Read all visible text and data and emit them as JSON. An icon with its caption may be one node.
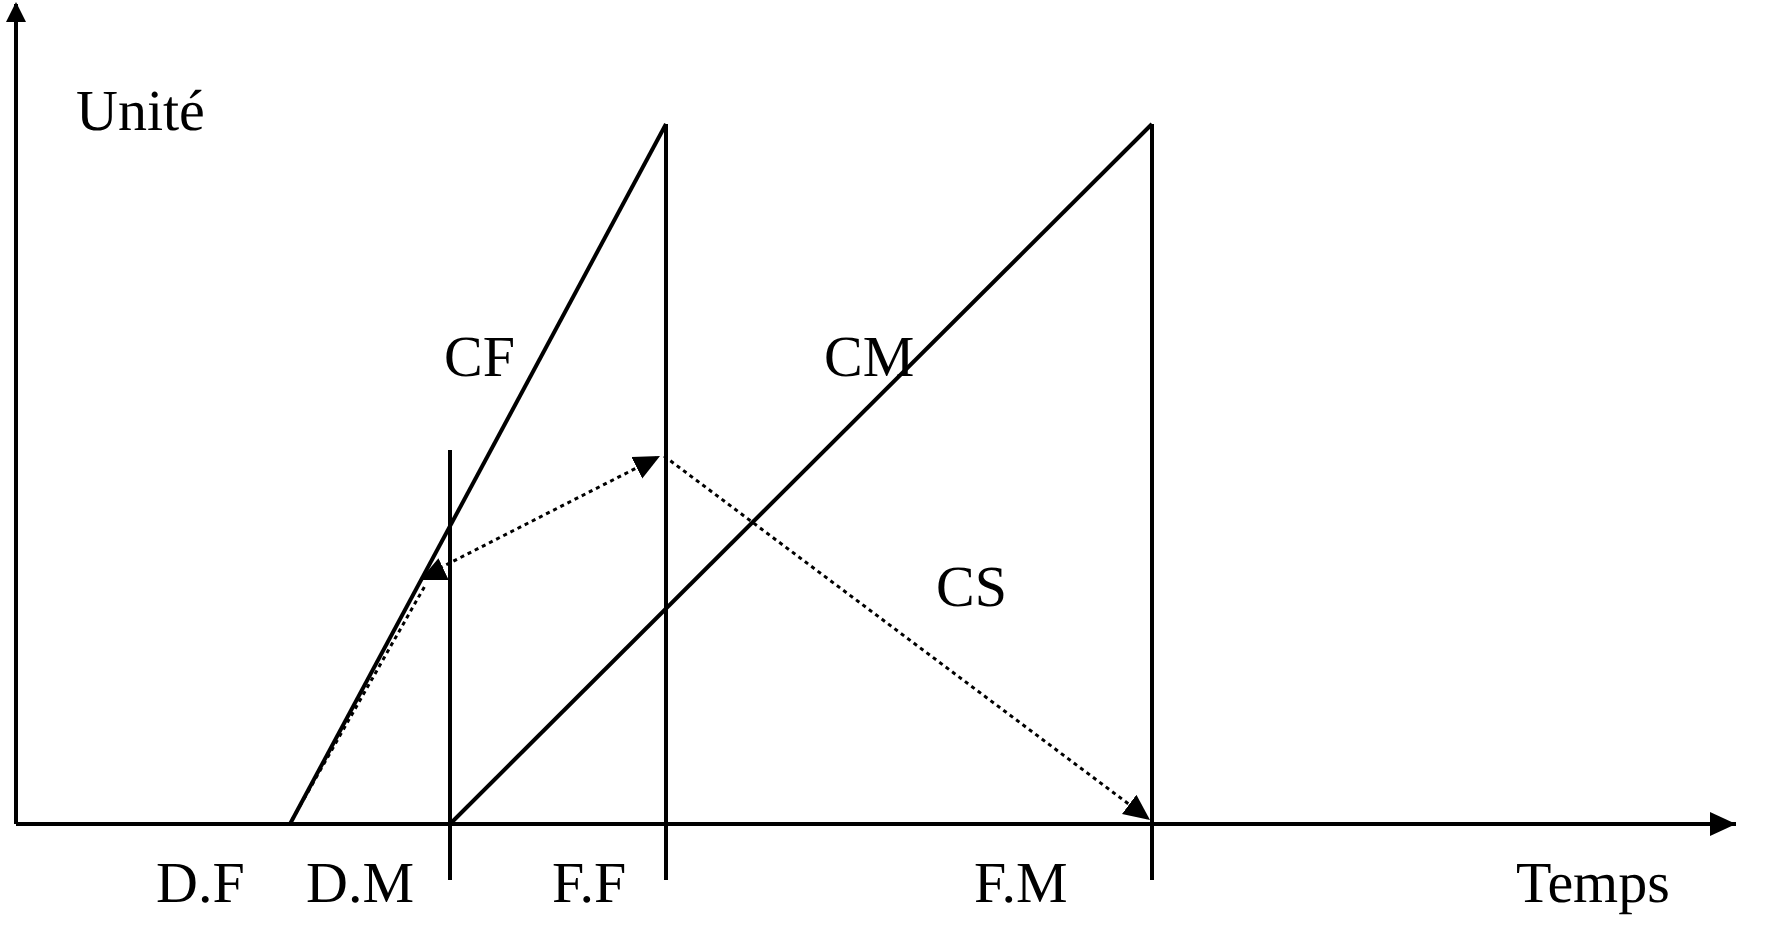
{
  "diagram": {
    "labels": [
      "Unité",
      "CF",
      "CM",
      "CS",
      "D.F",
      "D.M",
      "F.F",
      "F.M",
      "Temps"
    ]
  }
}
